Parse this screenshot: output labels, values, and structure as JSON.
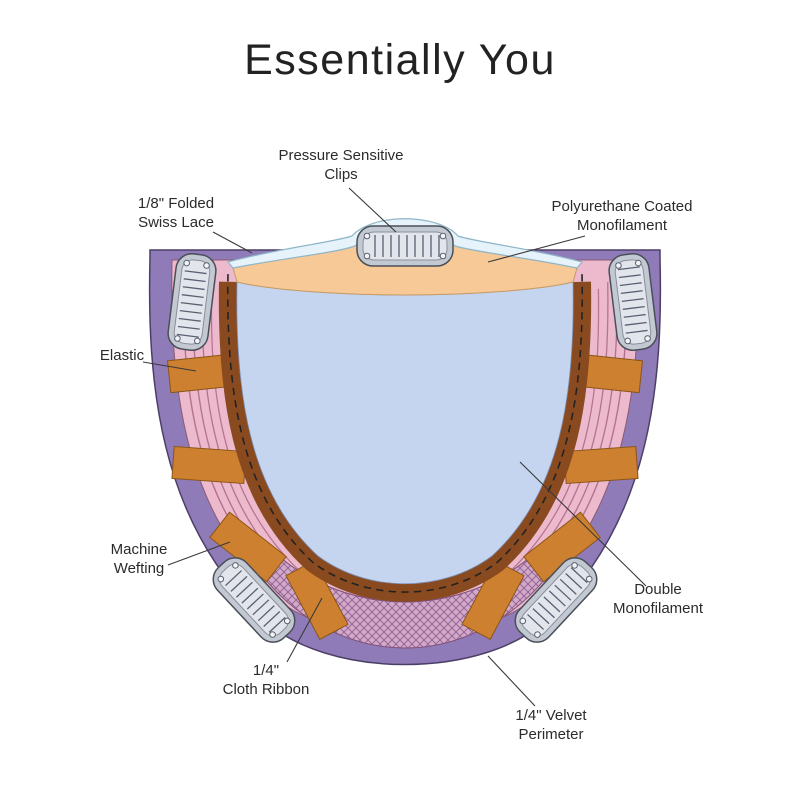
{
  "title": "Essentially You",
  "labels": {
    "pressure_clips": "Pressure Sensitive\nClips",
    "swiss_lace": "1/8\" Folded\nSwiss Lace",
    "polyurethane": "Polyurethane Coated\nMonofilament",
    "elastic": "Elastic",
    "machine_wefting": "Machine\nWefting",
    "double_monofilament": "Double\nMonofilament",
    "cloth_ribbon": "1/4\"\nCloth Ribbon",
    "velvet_perimeter": "1/4\" Velvet\nPerimeter"
  },
  "colors": {
    "velvet_perimeter": "#8f7bb8",
    "machine_wefting": "#ecb9cd",
    "weft_line": "#b5738f",
    "ribbon_band": "#8a4a20",
    "ribbon_tab": "#cd8030",
    "double_monofilament": "#c6d5ef",
    "polyurethane": "#f6c997",
    "swiss_lace": "#e6f3fa",
    "netting": "#d2a8cb",
    "clip_metal": "#c3c9d2"
  }
}
